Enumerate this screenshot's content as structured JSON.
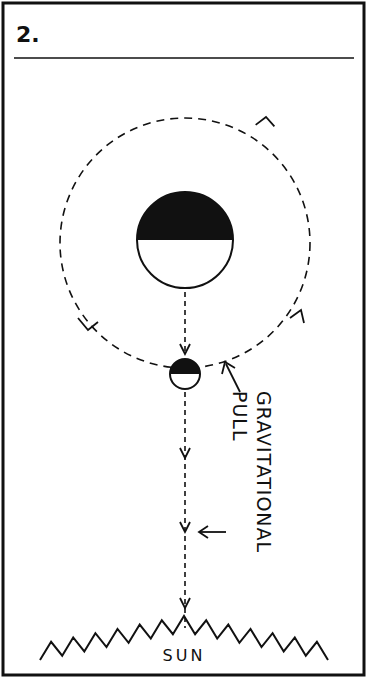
{
  "diagram": {
    "title": "2.",
    "nodes": [
      {
        "text": [
          "SUN"
        ]
      }
    ],
    "labels": [
      "GRAVITATIONAL PULL"
    ]
  }
}
